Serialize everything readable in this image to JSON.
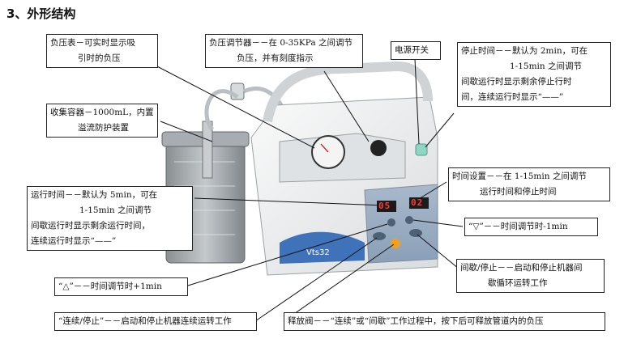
{
  "heading": "3、外形结构",
  "callouts": {
    "gauge": [
      "负压表－可实时显示吸",
      "引时的负压"
    ],
    "regulator": [
      "负压调节器－－在 0-35KPa 之间调节",
      "负压，并有刻度指示"
    ],
    "power": [
      "电源开关"
    ],
    "stop_time": [
      "停止时间－－默认为 2min，可在",
      "1-15min 之间调节",
      "间歇运行时显示剩余停止行时",
      "间，连续运行时显示“——”"
    ],
    "container": [
      "收集容器－1000mL，内置",
      "溢流防护装置"
    ],
    "time_set": [
      "时间设置－－在 1-15min 之间调节",
      "运行时间和停止时间"
    ],
    "run_time": [
      "运行时间－－默认为 5min，可在",
      "1-15min 之间调节",
      "间歇运行时显示剩余运行时间，",
      "连续运行时显示“——”"
    ],
    "down_btn": [
      "“▽”－－时间调节时-1min"
    ],
    "intermittent": [
      "间歇/停止－－启动和停止机器间",
      "歇循环运转工作"
    ],
    "up_btn": [
      "“△”－－时间调节时+1min"
    ],
    "continuous": [
      "“连续/停止”－－启动和停止机器连续运转工作"
    ],
    "release": [
      "释放阀－－“连续”或“间歇”工作过程中，按下后可释放管道内的负压"
    ]
  },
  "device": {
    "display_left": "05",
    "display_right": "02",
    "model_label": "Vts32"
  }
}
